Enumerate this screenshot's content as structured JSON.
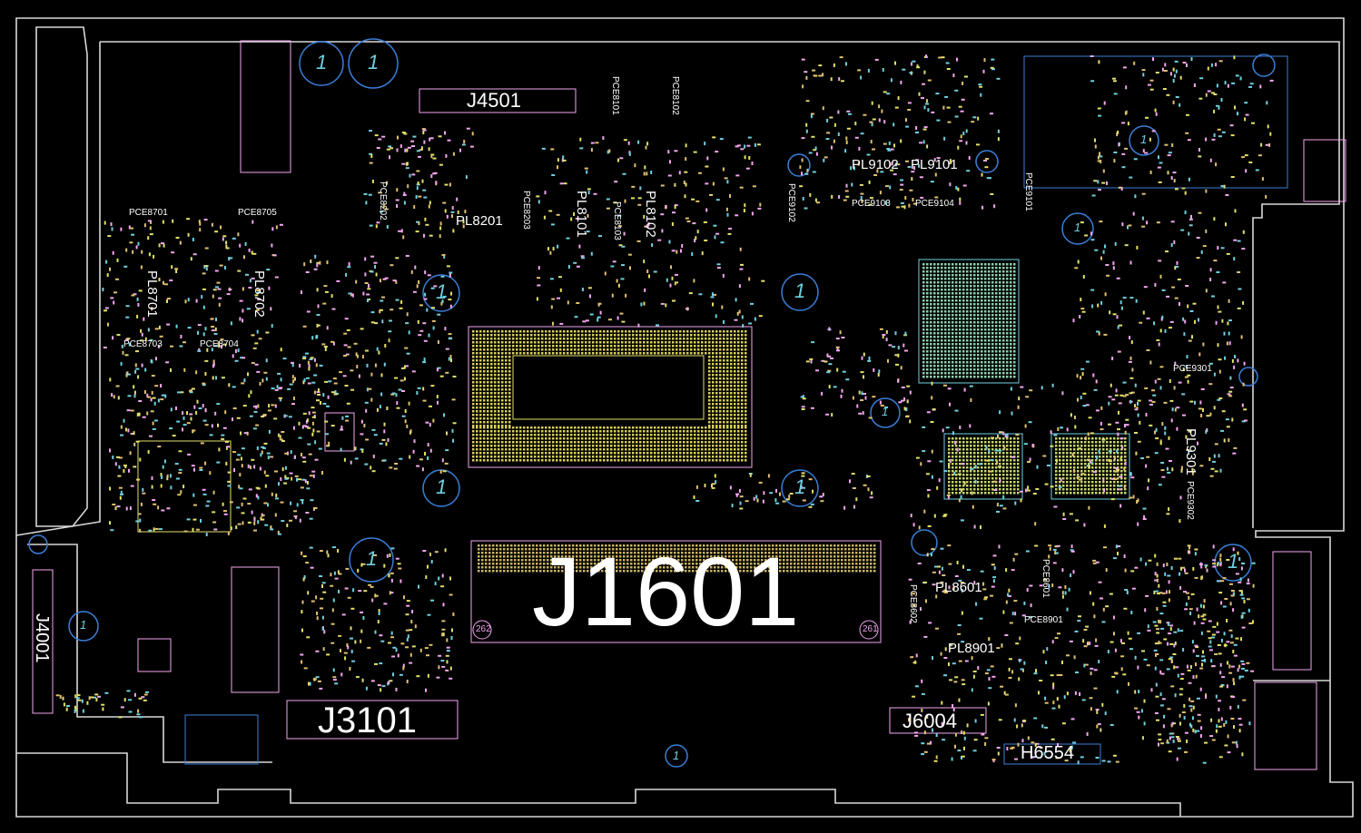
{
  "view": {
    "background": "#000000",
    "outline_color": "#d8d8d8",
    "pad_colors": [
      "#e3e06a",
      "#f3a6f0",
      "#6fd0e0",
      "#e0c070"
    ],
    "mount_hole_color": "#3a7fd8",
    "pin1_marker": "1"
  },
  "designators": {
    "j1601": "J1601",
    "j3101": "J3101",
    "j4501": "J4501",
    "j6004": "J6004",
    "j4001": "J4001",
    "h6554": "H6554",
    "pl8201": "PL8201",
    "pl8101": "PL8101",
    "pl8102": "PL8102",
    "pl8701": "PL8701",
    "pl8702": "PL8702",
    "pl9102": "PL9102",
    "pl9101": "PL9101",
    "pl9301": "PL9301",
    "pl8601": "PL8601",
    "pl8901": "PL8901",
    "pce8701": "PCE8701",
    "pce8705": "PCE8705",
    "pce8703": "PCE8703",
    "pce8704": "PCE8704",
    "pce8202": "PCE8202",
    "pce8203": "PCE8203",
    "pce8101": "PCE8101",
    "pce8102": "PCE8102",
    "pce8103": "PCE8103",
    "pce9102": "PCE9102",
    "pce9103": "PCE9103",
    "pce9104": "PCE9104",
    "pce9101": "PCE9101",
    "pce9301": "PCE9301",
    "pce9302": "PCE9302",
    "pce8901": "PCE8901",
    "pce8602": "PCE8602",
    "pce8601": "PCE8601",
    "pin_262": "262",
    "pin_261": "261"
  }
}
